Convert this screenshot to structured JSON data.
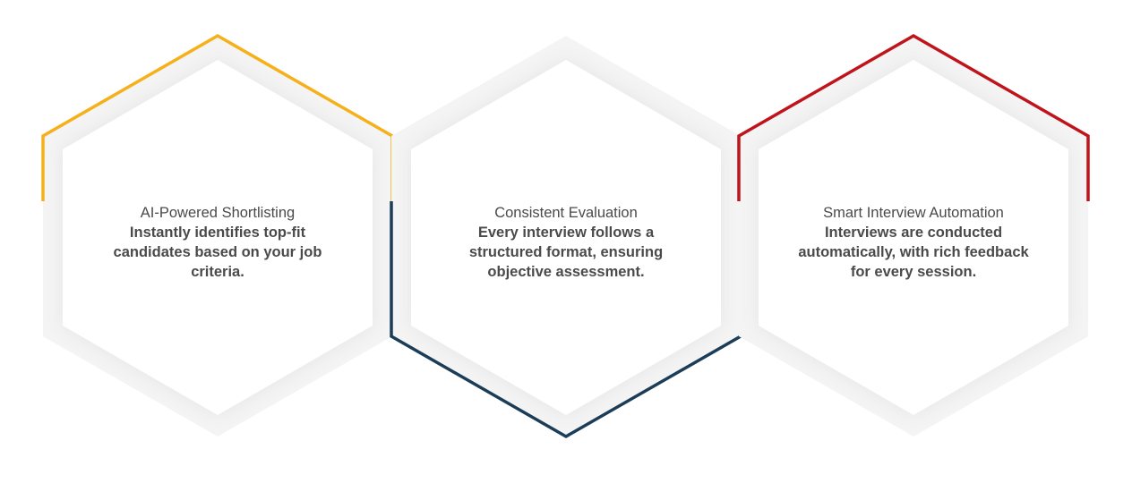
{
  "colors": {
    "accent_left": "#f5b01a",
    "accent_middle": "#1c3d57",
    "accent_right": "#c0141c",
    "hex_fill": "#ffffff",
    "hex_shadow": "#f1f1f1",
    "text": "#4a4a4a"
  },
  "cards": [
    {
      "title": "AI-Powered Shortlisting",
      "description": "Instantly identifies top-fit candidates based on your job criteria."
    },
    {
      "title": "Consistent Evaluation",
      "description": "Every interview follows a structured format, ensuring objective assessment."
    },
    {
      "title": "Smart Interview Automation",
      "description": "Interviews are conducted automatically, with rich feedback for every session."
    }
  ]
}
